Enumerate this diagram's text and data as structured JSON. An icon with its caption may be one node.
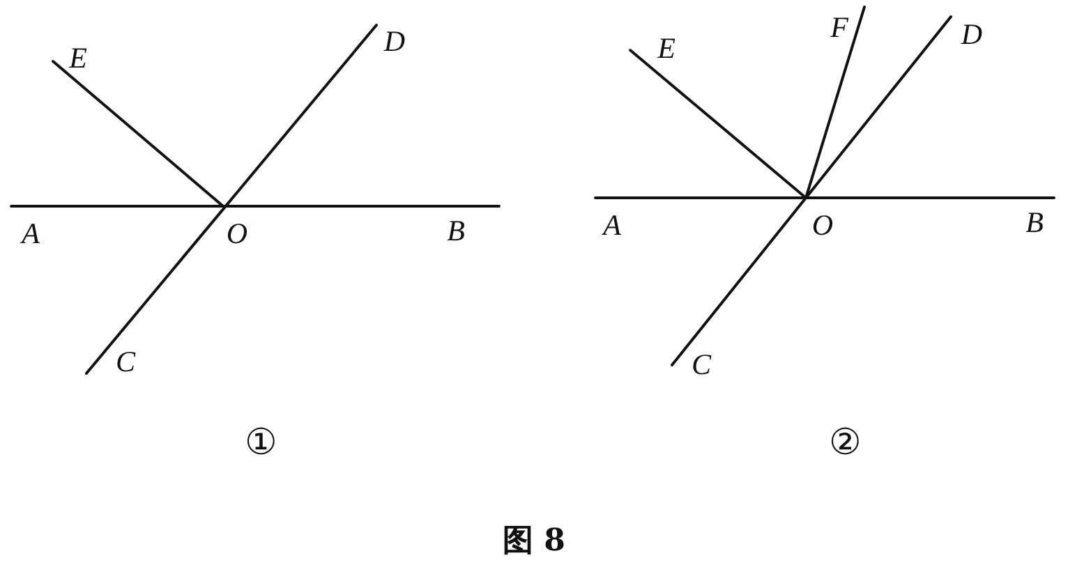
{
  "diagram": {
    "caption": "图 8",
    "labels": [
      "E",
      "D",
      "A",
      "O",
      "B",
      "C",
      "①",
      "E",
      "F",
      "D",
      "A",
      "O",
      "B",
      "C",
      "②"
    ]
  }
}
